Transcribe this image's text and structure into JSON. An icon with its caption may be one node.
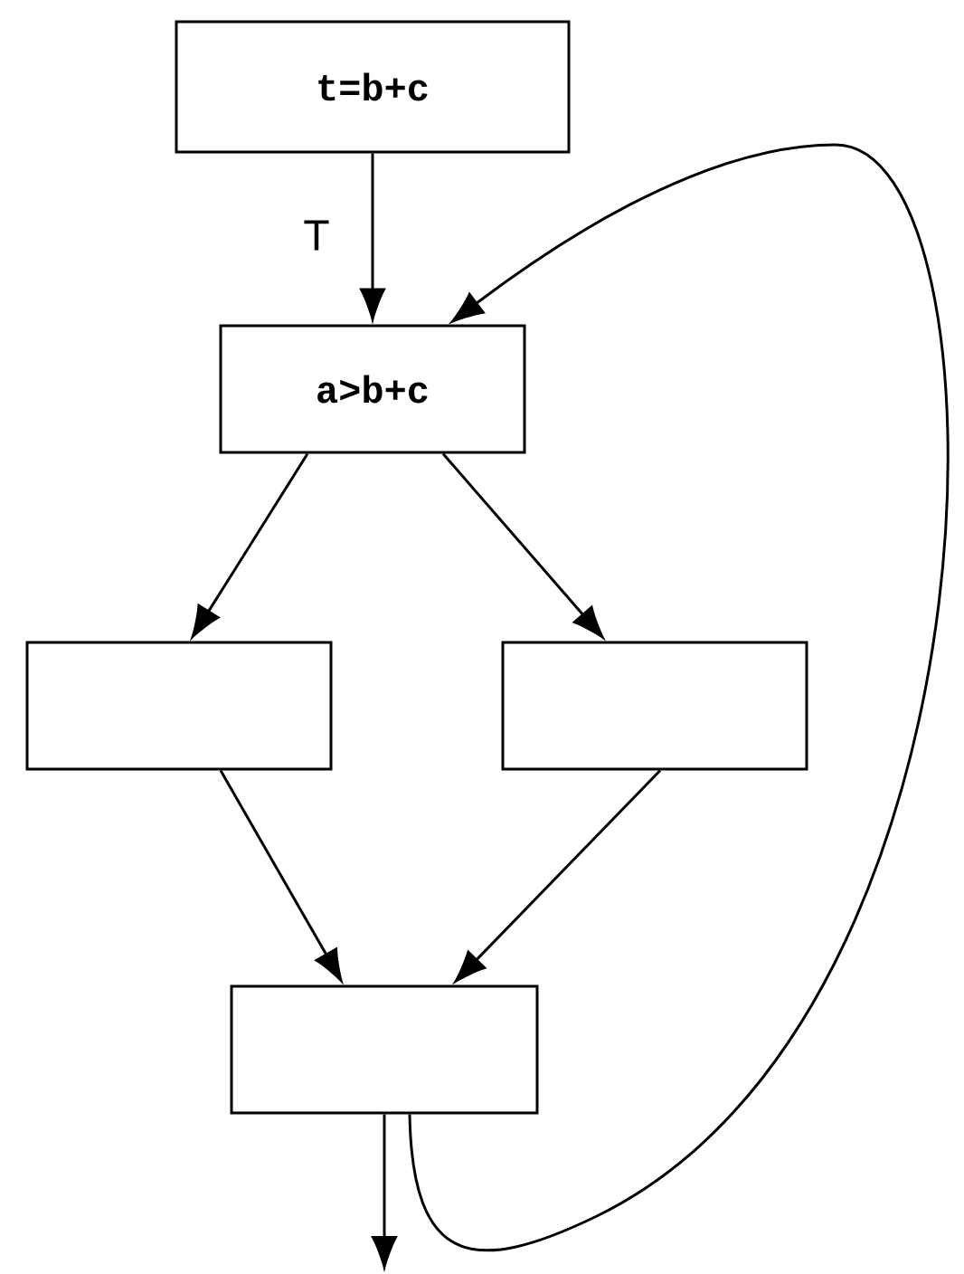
{
  "diagram": {
    "nodes": [
      {
        "text": [
          "t=b+c"
        ]
      },
      {
        "text": [
          "a>b+c"
        ]
      },
      {
        "text": [],
        "shape": "box"
      },
      {
        "text": [],
        "shape": "box"
      },
      {
        "text": [],
        "shape": "box"
      }
    ],
    "edges": [
      {
        "from": 0,
        "to": 1,
        "arrow": "to",
        "label": "T"
      },
      {
        "from": 1,
        "to": 2,
        "arrow": "to"
      },
      {
        "from": 1,
        "to": 3,
        "arrow": "to"
      },
      {
        "from": 2,
        "to": 4,
        "arrow": "to"
      },
      {
        "from": 3,
        "to": 4,
        "arrow": "to"
      },
      {
        "from": 4,
        "to": null,
        "arrow": "to"
      },
      {
        "from": 4,
        "to": 1,
        "arrow": "to"
      }
    ]
  }
}
